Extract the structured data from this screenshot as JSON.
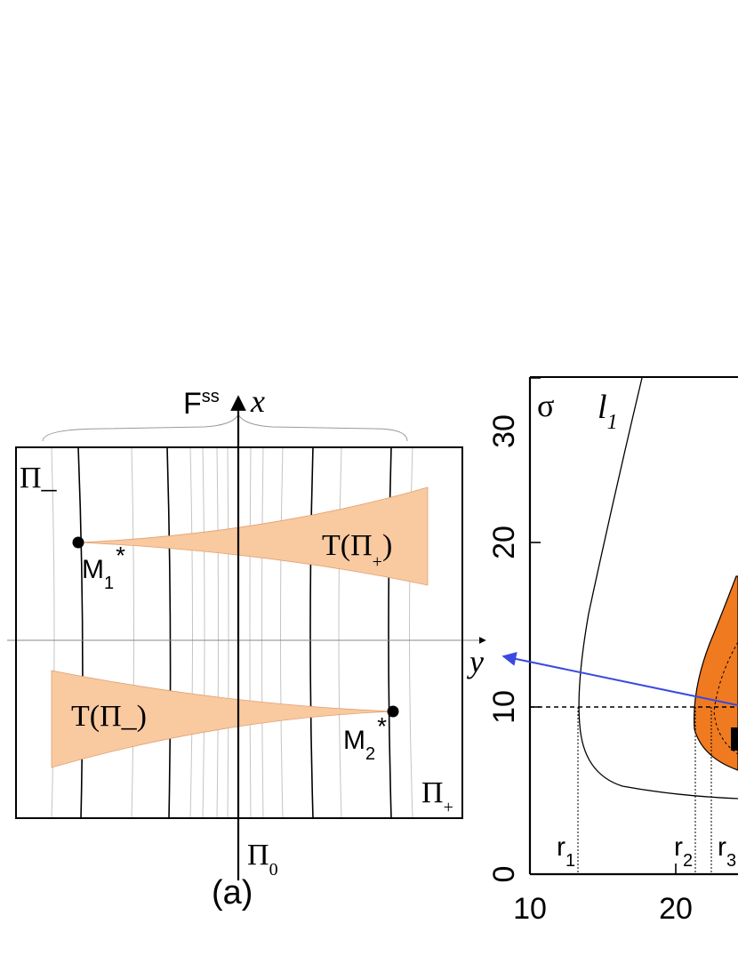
{
  "panel_a": {
    "caption": "(a)",
    "fss_label": "F",
    "fss_sup": "ss",
    "x_axis_label": "x",
    "y_axis_label": "y",
    "pi_minus_label": "Π_",
    "pi_plus_main": "Π",
    "pi_plus_sub": "+",
    "pi_zero_main": "Π",
    "pi_zero_sub": "0",
    "t_pi_plus_main": "T(Π",
    "t_pi_plus_sub": "+",
    "t_pi_plus_close": ")",
    "t_pi_minus_label": "T(Π_)",
    "m1_main": "M",
    "m1_sub": "1",
    "m1_star": "*",
    "m2_main": "M",
    "m2_sub": "2",
    "m2_star": "*",
    "colors": {
      "fill": "#f9c9a0",
      "line": "#000000",
      "thin": "#bdbdbd"
    }
  },
  "panel_b": {
    "sigma_label": "σ",
    "l1_main": "l",
    "l1_sub": "1",
    "y_ticks": [
      "0",
      "10",
      "20",
      "30"
    ],
    "x_ticks": [
      "10",
      "20"
    ],
    "r1_main": "r",
    "r1_sub": "1",
    "r2_main": "r",
    "r2_sub": "2",
    "r3_main": "r",
    "r3_sub": "3",
    "colors": {
      "region": "#f07a20",
      "arrow": "#3a4ae0"
    }
  }
}
